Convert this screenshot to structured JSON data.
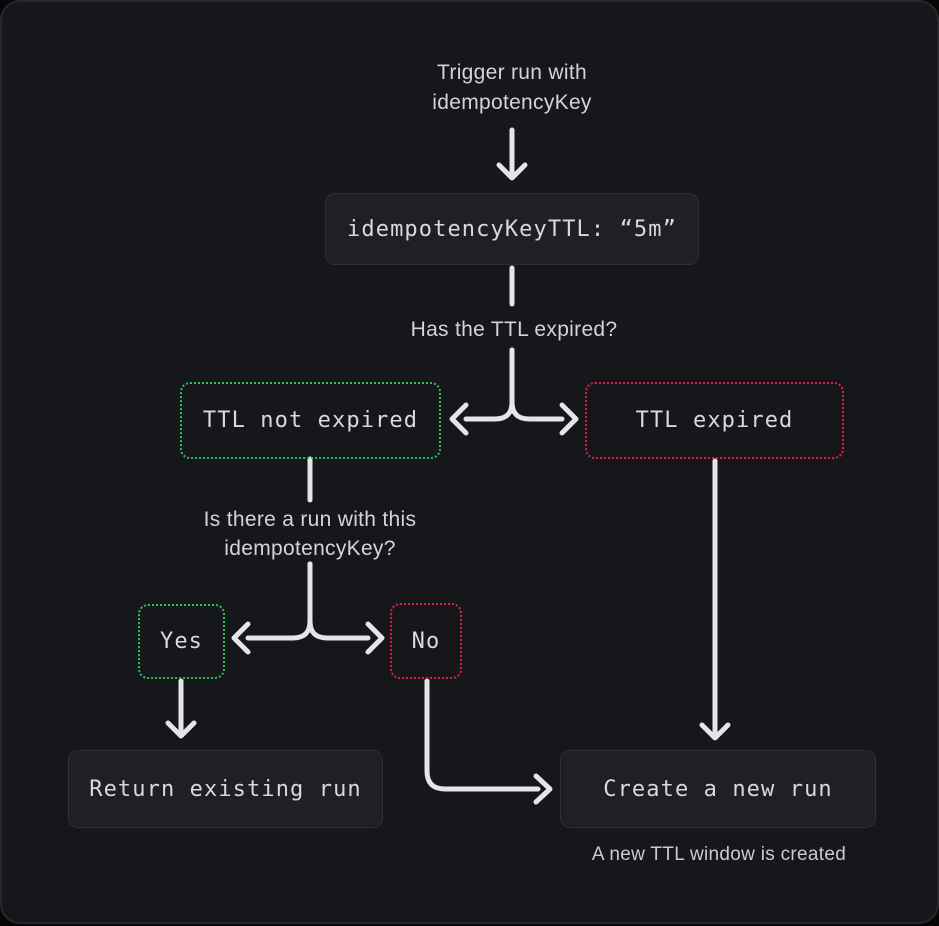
{
  "colors": {
    "page_bg": "#16171b",
    "card_border": "#26282d",
    "box_bg": "#1e2025",
    "box_border": "#2d2f34",
    "green": "#31be5a",
    "red": "#dc2047",
    "wire": "#e4e5e7",
    "sans_text": "#d2d4d7",
    "mono_text": "#d7d9db",
    "caption_text": "#c9cccf"
  },
  "icons": {
    "arrow_style": "chevron-arrowhead"
  },
  "nodes": {
    "start_label": "Trigger run with idempotencyKey",
    "ttl_box_label": "idempotencyKeyTTL: “5m”",
    "question_ttl": "Has the TTL expired?",
    "ttl_not_expired_label": "TTL not expired",
    "ttl_expired_label": "TTL expired",
    "question_run": "Is there a run with this idempotencyKey?",
    "yes_label": "Yes",
    "no_label": "No",
    "return_existing_label": "Return existing run",
    "create_new_label": "Create a new run",
    "caption": "A new TTL window is created"
  }
}
